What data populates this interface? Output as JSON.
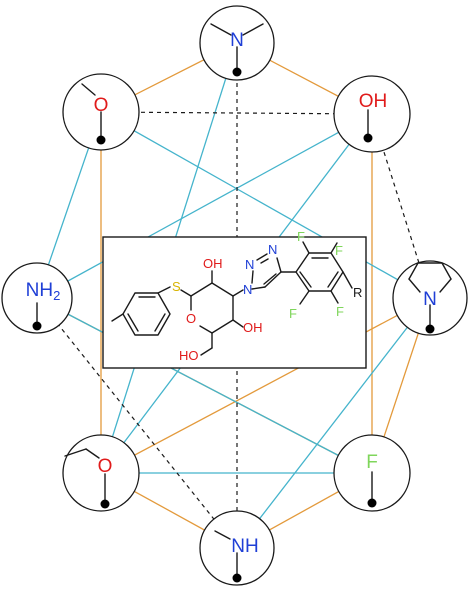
{
  "colors": {
    "orange_edge": "#e39a3c",
    "blue_edge": "#45b4cc",
    "dashed_edge": "#1a1a1a",
    "nitrogen": "#1f3fd6",
    "oxygen": "#e01b1b",
    "fluorine": "#7fd65b",
    "sulfur": "#d8b400",
    "carbon": "#1a1a1a"
  },
  "nodes": {
    "dimethylamine": {
      "label": "N"
    },
    "methoxy": {
      "label": "O"
    },
    "hydroxyl": {
      "label": "OH"
    },
    "amine_nh2": {
      "label": "NH",
      "subscript": "2"
    },
    "pyrrolidine": {
      "label": "N"
    },
    "ethoxy": {
      "label": "O"
    },
    "fluoro": {
      "label": "F"
    },
    "methylamine": {
      "label": "NH"
    }
  },
  "molecule": {
    "s_label": "S",
    "oh_top": "OH",
    "ring_o": "O",
    "oh_right": "OH",
    "ho_bottom": "HO",
    "triazole_n1": "N",
    "triazole_n2": "N",
    "triazole_n3": "N",
    "f_top_left": "F",
    "f_top_right": "F",
    "f_bottom_left": "F",
    "f_bottom_right": "F",
    "r_label": "R"
  }
}
